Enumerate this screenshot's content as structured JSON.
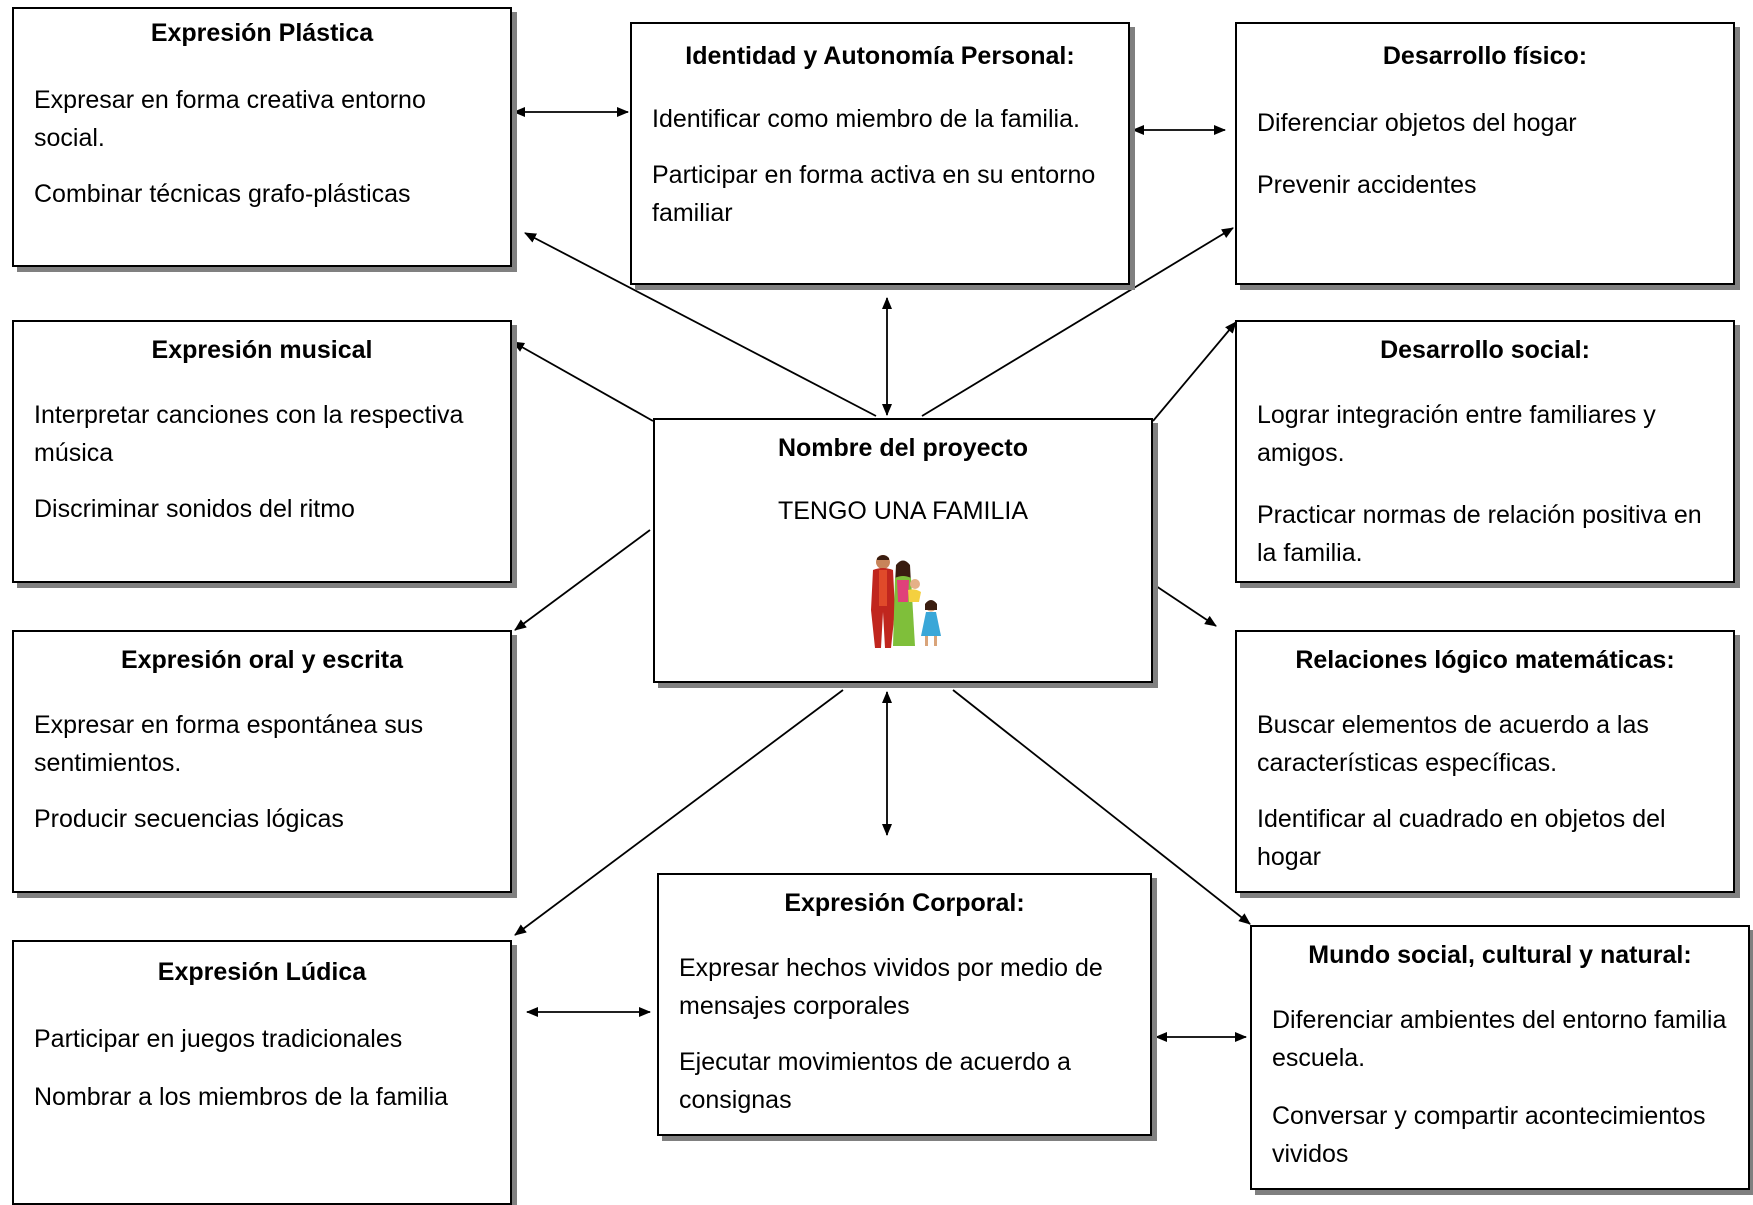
{
  "boxes": {
    "plastica": {
      "title": "Expresión Plástica",
      "items": [
        "Expresar en forma creativa entorno social.",
        "Combinar técnicas grafo-plásticas"
      ]
    },
    "identidad": {
      "title": "Identidad y Autonomía Personal:",
      "items": [
        "Identificar como miembro de la familia.",
        "Participar en forma activa en su entorno familiar"
      ]
    },
    "fisico": {
      "title": "Desarrollo físico:",
      "items": [
        "Diferenciar objetos del hogar",
        "Prevenir accidentes"
      ]
    },
    "musical": {
      "title": "Expresión musical",
      "items": [
        "Interpretar canciones con la respectiva música",
        "Discriminar sonidos del ritmo"
      ]
    },
    "nombre": {
      "title": "Nombre del proyecto",
      "subtitle": "TENGO UNA FAMILIA"
    },
    "social": {
      "title": "Desarrollo social:",
      "items": [
        "Lograr integración entre familiares y amigos.",
        "Practicar normas de relación positiva en la familia."
      ]
    },
    "oral": {
      "title": "Expresión oral y escrita",
      "items": [
        "Expresar en forma espontánea sus sentimientos.",
        "Producir secuencias lógicas"
      ]
    },
    "logico": {
      "title": "Relaciones lógico matemáticas:",
      "items": [
        "Buscar elementos de acuerdo a las características específicas.",
        "Identificar al cuadrado en objetos del hogar"
      ]
    },
    "ludica": {
      "title": "Expresión Lúdica",
      "items": [
        "Participar en juegos tradicionales",
        "Nombrar a los miembros de la familia"
      ]
    },
    "corporal": {
      "title": "Expresión Corporal:",
      "items": [
        "Expresar hechos vividos por medio de mensajes corporales",
        "Ejecutar movimientos de acuerdo a consignas"
      ]
    },
    "mundo": {
      "title": "Mundo social, cultural y natural:",
      "items": [
        "Diferenciar ambientes del entorno familia escuela.",
        "Conversar y compartir acontecimientos vividos"
      ]
    }
  }
}
